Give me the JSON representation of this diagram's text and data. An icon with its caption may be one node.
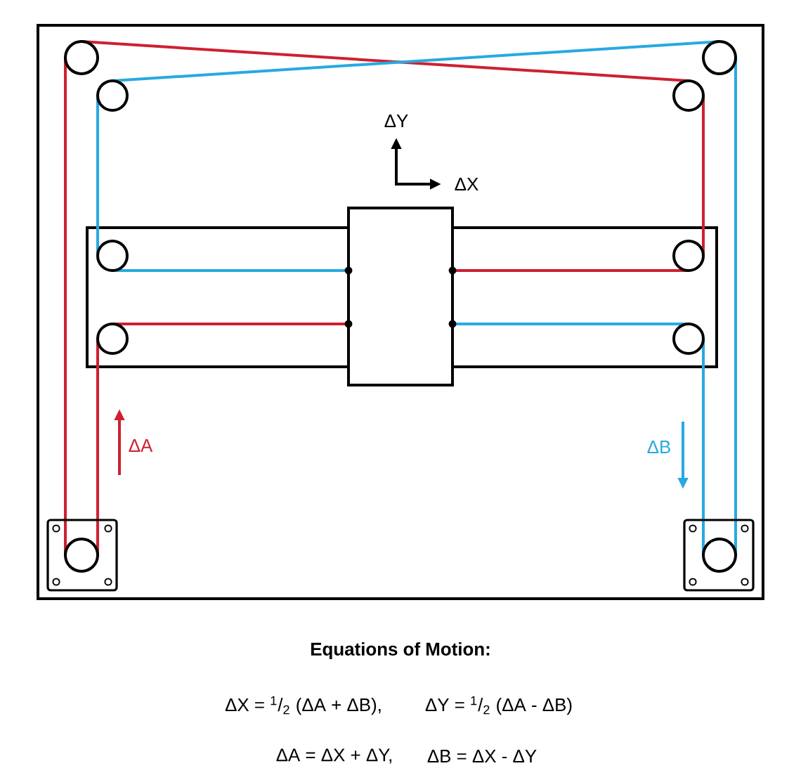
{
  "diagram": {
    "nodes": [
      {
        "text": [],
        "shape": "box"
      }
    ],
    "labels": [
      "ΔY",
      "ΔX",
      "ΔA",
      "ΔB",
      "Equations of Motion:",
      "ΔX = $^{1}$/$_{2}$ (ΔA + ΔB),",
      "ΔY = $^{1}$/$_{2}$ (ΔA - ΔB)",
      "ΔA = ΔX + ΔY,",
      "ΔB = ΔX - ΔY"
    ]
  }
}
